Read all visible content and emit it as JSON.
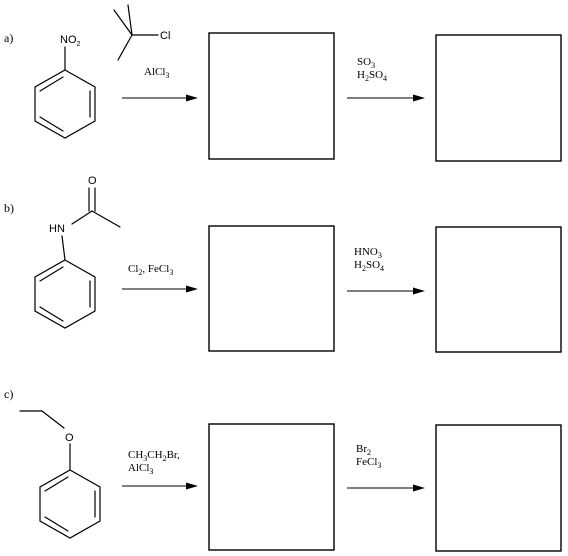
{
  "rows": [
    {
      "label": "a)",
      "substituent": "NO2",
      "reagent1_formula": [
        "AlCl",
        "3"
      ],
      "reagent1_extra_atom": "Cl",
      "reagent2_line1": [
        "SO",
        "3"
      ],
      "reagent2_line2": [
        "H",
        "2",
        "SO",
        "4"
      ]
    },
    {
      "label": "b)",
      "amide_o": "O",
      "amide_nh": "HN",
      "reagent1_formula": [
        "Cl",
        "2",
        ", FeCl",
        "3"
      ],
      "reagent2_line1": [
        "HNO",
        "3"
      ],
      "reagent2_line2": [
        "H",
        "2",
        "SO",
        "4"
      ]
    },
    {
      "label": "c)",
      "ether_o": "O",
      "reagent1_line1": [
        "CH",
        "3",
        "CH",
        "2",
        "Br,"
      ],
      "reagent1_line2": [
        "AlCl",
        "3"
      ],
      "reagent2_line1": [
        "Br",
        "2"
      ],
      "reagent2_line2": [
        "FeCl",
        "3"
      ]
    }
  ]
}
